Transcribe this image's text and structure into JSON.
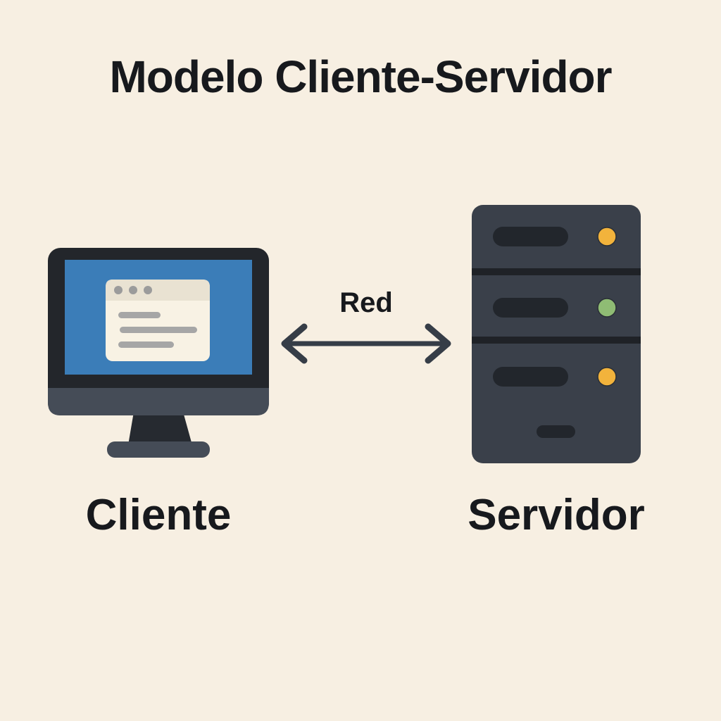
{
  "title": "Modelo Cliente-Servidor",
  "nodes": {
    "client": {
      "label": "Cliente",
      "icon": "desktop-monitor-icon"
    },
    "server": {
      "label": "Servidor",
      "icon": "server-rack-icon",
      "leds": [
        "yellow",
        "green",
        "yellow"
      ],
      "rack_units": 3
    }
  },
  "connection": {
    "label": "Red",
    "type": "bidirectional-arrow"
  },
  "colors": {
    "background": "#f7efe2",
    "text": "#17191d",
    "dark_charcoal": "#23262b",
    "slate_light": "#454c57",
    "server_body": "#3a404a",
    "server_divider": "#1f2227",
    "server_slot": "#22262c",
    "screen_blue": "#3b7db8",
    "window_body": "#f8f2e4",
    "window_header": "#e9e2d2",
    "window_line_gray": "#a6a6a6",
    "window_dot_gray": "#9b9b9b",
    "led_yellow": "#f2b33c",
    "led_green": "#8fbc74",
    "arrow": "#363d47"
  }
}
